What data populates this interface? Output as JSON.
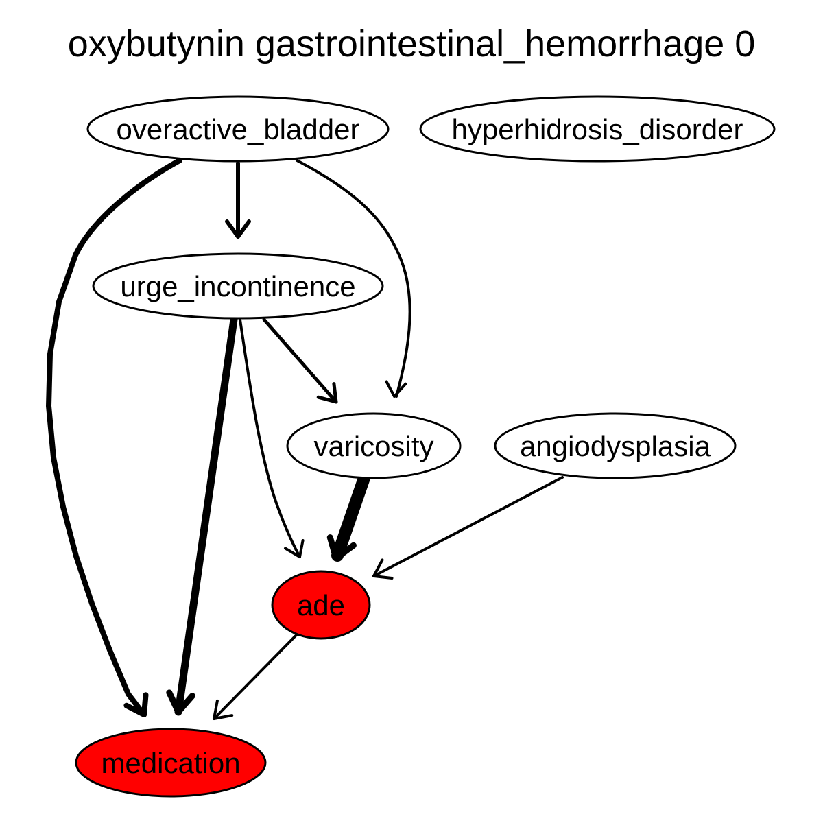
{
  "title": "oxybutynin gastrointestinal_hemorrhage 0",
  "colors": {
    "highlight": "#ff0000",
    "default_fill": "#ffffff",
    "stroke": "#000000"
  },
  "nodes": [
    {
      "id": "overactive_bladder",
      "label": "overactive_bladder",
      "highlighted": false
    },
    {
      "id": "hyperhidrosis_disorder",
      "label": "hyperhidrosis_disorder",
      "highlighted": false
    },
    {
      "id": "urge_incontinence",
      "label": "urge_incontinence",
      "highlighted": false
    },
    {
      "id": "varicosity",
      "label": "varicosity",
      "highlighted": false
    },
    {
      "id": "angiodysplasia",
      "label": "angiodysplasia",
      "highlighted": false
    },
    {
      "id": "ade",
      "label": "ade",
      "highlighted": true
    },
    {
      "id": "medication",
      "label": "medication",
      "highlighted": true
    }
  ],
  "edges": [
    {
      "from": "overactive_bladder",
      "to": "urge_incontinence"
    },
    {
      "from": "overactive_bladder",
      "to": "varicosity"
    },
    {
      "from": "overactive_bladder",
      "to": "medication"
    },
    {
      "from": "urge_incontinence",
      "to": "varicosity"
    },
    {
      "from": "urge_incontinence",
      "to": "ade"
    },
    {
      "from": "urge_incontinence",
      "to": "medication"
    },
    {
      "from": "varicosity",
      "to": "ade"
    },
    {
      "from": "angiodysplasia",
      "to": "ade"
    },
    {
      "from": "ade",
      "to": "medication"
    }
  ]
}
